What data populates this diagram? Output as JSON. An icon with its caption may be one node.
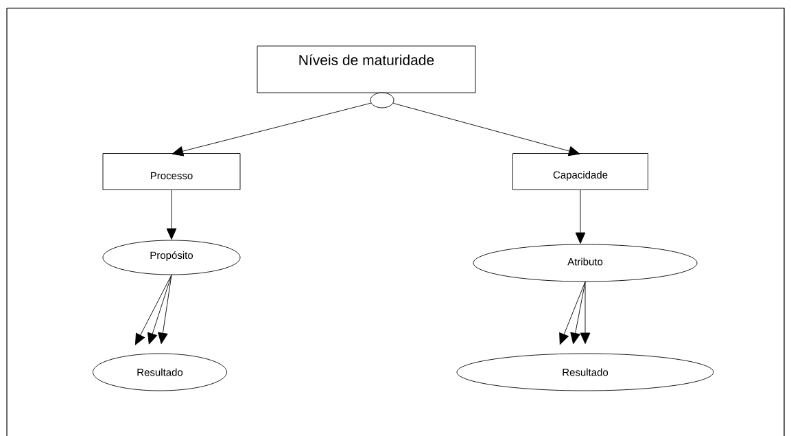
{
  "diagram": {
    "nodes": [
      {
        "text": [
          "Níveis de maturidade"
        ]
      },
      {
        "text": [],
        "shape": "circle"
      },
      {
        "text": [
          "Processo"
        ]
      },
      {
        "text": [
          "Capacidade"
        ]
      },
      {
        "text": [
          "Propósito"
        ]
      },
      {
        "text": [
          "Atributo"
        ]
      },
      {
        "text": [
          "Resultado"
        ]
      },
      {
        "text": [
          "Resultado"
        ]
      }
    ],
    "edges": [
      {
        "from": 1,
        "to": 2,
        "arrow": "to"
      },
      {
        "from": 1,
        "to": 3,
        "arrow": "to"
      },
      {
        "from": 2,
        "to": 4,
        "arrow": "to"
      },
      {
        "from": 3,
        "to": 5,
        "arrow": "to"
      },
      {
        "from": 4,
        "to": 6,
        "arrow": "to"
      },
      {
        "from": 4,
        "to": 6,
        "arrow": "to"
      },
      {
        "from": 4,
        "to": 6,
        "arrow": "to"
      },
      {
        "from": 5,
        "to": 7,
        "arrow": "to"
      },
      {
        "from": 5,
        "to": 7,
        "arrow": "to"
      },
      {
        "from": 5,
        "to": 7,
        "arrow": "to"
      }
    ]
  }
}
